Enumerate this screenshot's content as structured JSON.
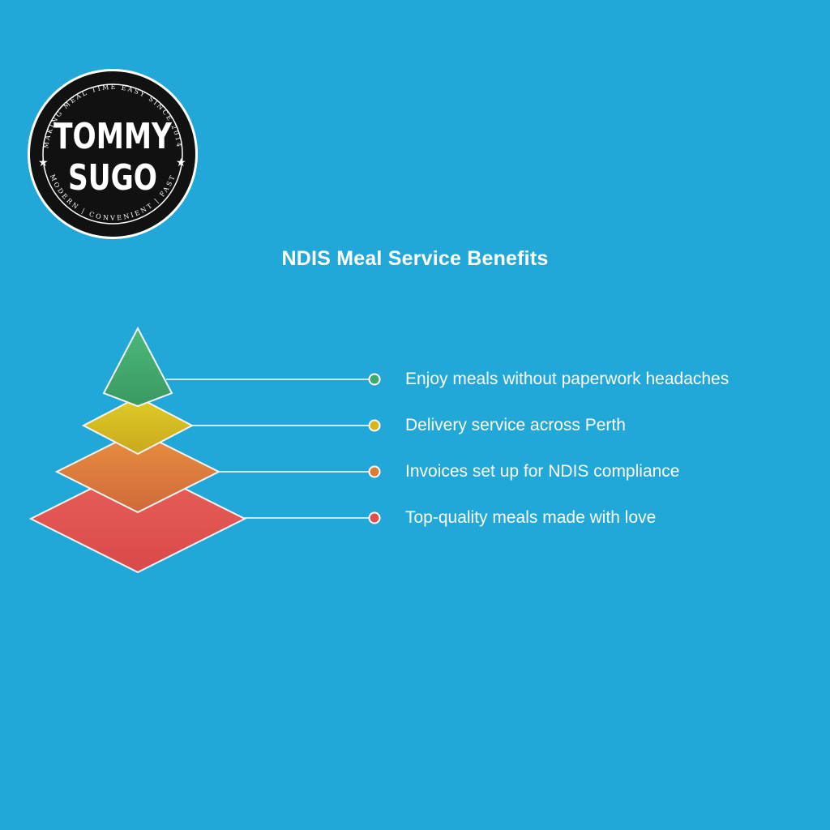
{
  "logo": {
    "top_ring_text": "MAKING MEAL TIME EASY SINCE 2014",
    "bottom_ring_text": "MODERN | CONVENIENT | FAST",
    "brand_line1": "TOMMY",
    "brand_line2": "SUGO"
  },
  "diagram": {
    "title": "NDIS Meal Service Benefits",
    "levels": [
      {
        "label": "Enjoy meals without paperwork headaches",
        "color": "#3daa6e"
      },
      {
        "label": "Delivery service across Perth",
        "color": "#d4b81a"
      },
      {
        "label": "Invoices set up for NDIS compliance",
        "color": "#e07b35"
      },
      {
        "label": "Top-quality meals made with love",
        "color": "#e0504f"
      }
    ]
  },
  "colors": {
    "background": "#21a8d8",
    "connector": "#ffffff",
    "text": "#ffffff"
  }
}
